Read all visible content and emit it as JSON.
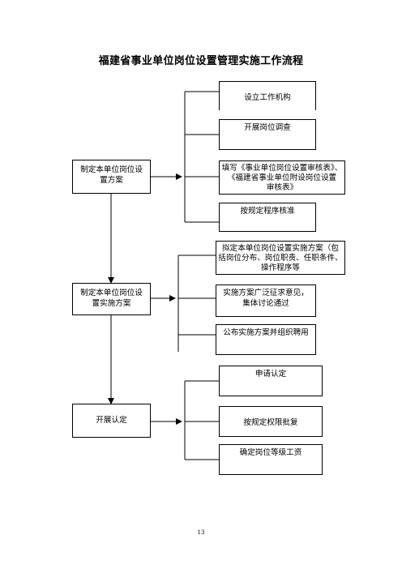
{
  "title": "福建省事业单位岗位设置管理实施工作流程",
  "stages": [
    {
      "label_lines": [
        "制定本单位岗位设",
        "置方案"
      ],
      "steps": [
        {
          "lines": [
            "设立工作机构"
          ]
        },
        {
          "lines": [
            "开展岗位调查"
          ]
        },
        {
          "lines": [
            "填写《事业单位岗位设置审核表》、",
            "《福建省事业单位附设岗位设置",
            "审核表》"
          ]
        },
        {
          "lines": [
            "按规定程序核准"
          ]
        }
      ]
    },
    {
      "label_lines": [
        "制定本单位岗位设",
        "置实施方案"
      ],
      "steps": [
        {
          "lines": [
            "拟定本单位岗位设置实施方案（包",
            "括岗位分布、岗位职责、任职条件、",
            "操作程序等"
          ]
        },
        {
          "lines": [
            "实施方案广泛征求意见，",
            "集体讨论通过"
          ]
        },
        {
          "lines": [
            "公布实施方案并组织聘用"
          ]
        }
      ]
    },
    {
      "label_lines": [
        "开展认定"
      ],
      "steps": [
        {
          "lines": [
            "申请认定"
          ]
        },
        {
          "lines": [
            "按规定权限批复"
          ]
        },
        {
          "lines": [
            "确定岗位等级工资"
          ]
        }
      ]
    }
  ],
  "page_number": "13"
}
